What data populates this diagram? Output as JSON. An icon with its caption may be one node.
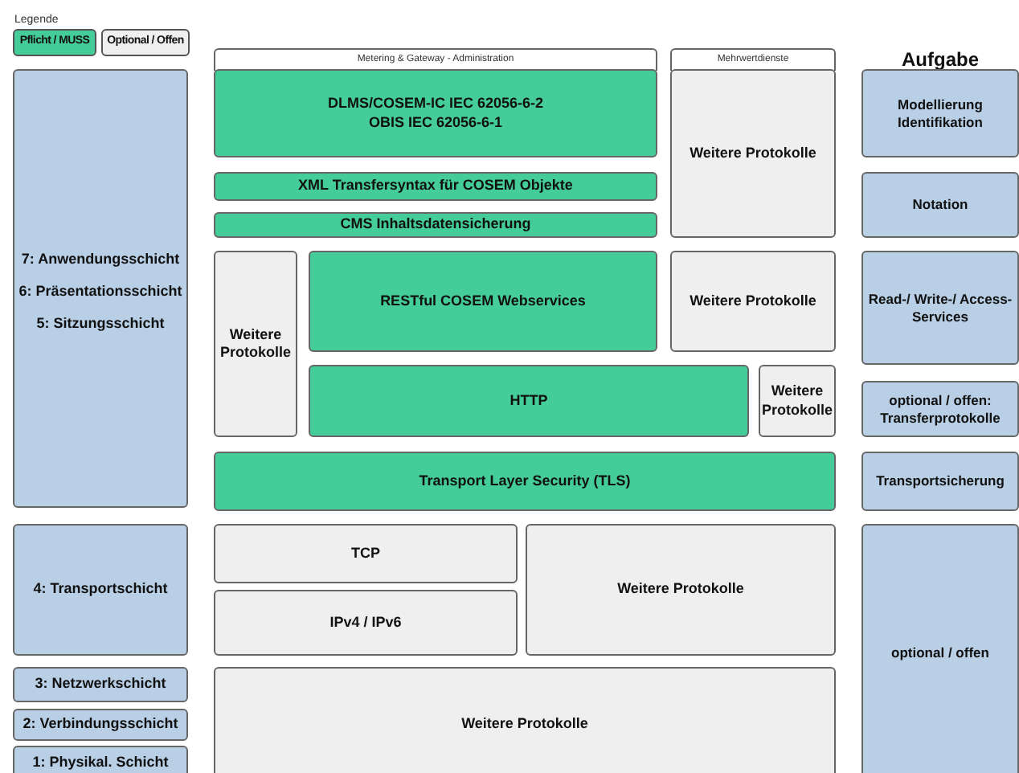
{
  "diagram": {
    "nodes": [
      {
        "text": [
          "7: Anwendungsschicht",
          "6: Präsentationsschicht",
          "5: Sitzungsschicht"
        ]
      },
      {
        "text": [
          "Metering & Gateway - Administration"
        ]
      },
      {
        "text": [
          "DLMS/COSEM-IC IEC 62056-6-2",
          "OBIS IEC 62056-6-1"
        ]
      },
      {
        "text": [
          "Mehrwertdienste"
        ]
      },
      {
        "text": [
          "Weitere Protokolle"
        ]
      },
      {
        "text": [
          "Modellierung Identifikation"
        ]
      },
      {
        "text": [
          "XML Transfersyntax für COSEM Objekte"
        ]
      },
      {
        "text": [
          "CMS Inhaltsdatensicherung"
        ]
      },
      {
        "text": [
          "Notation"
        ]
      },
      {
        "text": [
          "Weitere Protokolle"
        ]
      },
      {
        "text": [
          "RESTful COSEM Webservices"
        ]
      },
      {
        "text": [
          "Weitere Protokolle"
        ]
      },
      {
        "text": [
          "Read-/ Write-/ Access-Services"
        ]
      },
      {
        "text": [
          "HTTP"
        ]
      },
      {
        "text": [
          "Weitere Protokolle"
        ]
      },
      {
        "text": [
          "optional / offen: Transferprotokolle"
        ]
      },
      {
        "text": [
          "Transport Layer Security (TLS)"
        ]
      },
      {
        "text": [
          "Transportsicherung"
        ]
      },
      {
        "text": [
          "4: Transportschicht"
        ]
      },
      {
        "text": [
          "TCP"
        ]
      },
      {
        "text": [
          "Weitere Protokolle"
        ]
      },
      {
        "text": [
          "optional / offen"
        ]
      },
      {
        "text": [
          "IPv4 / IPv6"
        ]
      },
      {
        "text": [
          "3: Netzwerkschicht"
        ]
      },
      {
        "text": [
          "Weitere Protokolle"
        ]
      },
      {
        "text": [
          "2: Verbindungsschicht"
        ]
      },
      {
        "text": [
          "1: Physikal. Schicht"
        ]
      }
    ],
    "edges": [],
    "labels": [
      "Legende",
      "Aufgabe"
    ],
    "legend": [
      {
        "text": "Pflicht / MUSS",
        "color": "#44cc99"
      },
      {
        "text": "Optional / Offen",
        "color": "#efefef"
      }
    ]
  }
}
